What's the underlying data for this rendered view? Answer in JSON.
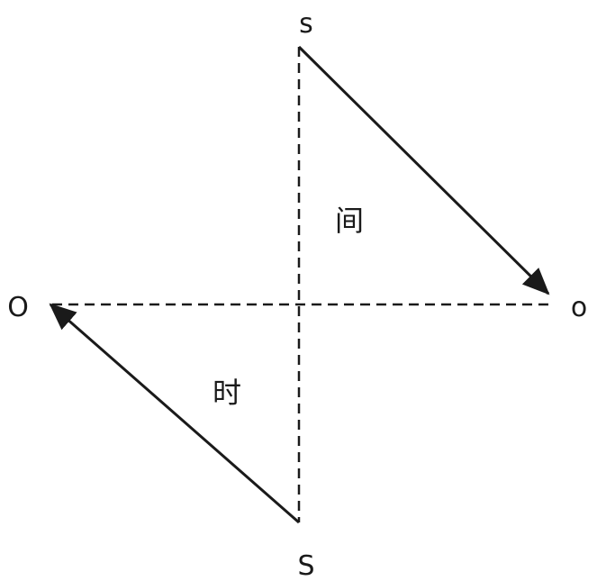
{
  "labels": {
    "top": "s",
    "bottom": "S",
    "left": "O",
    "right": "o",
    "upper_char": "间",
    "lower_char": "时"
  },
  "colors": {
    "stroke": "#1a1a1a"
  }
}
